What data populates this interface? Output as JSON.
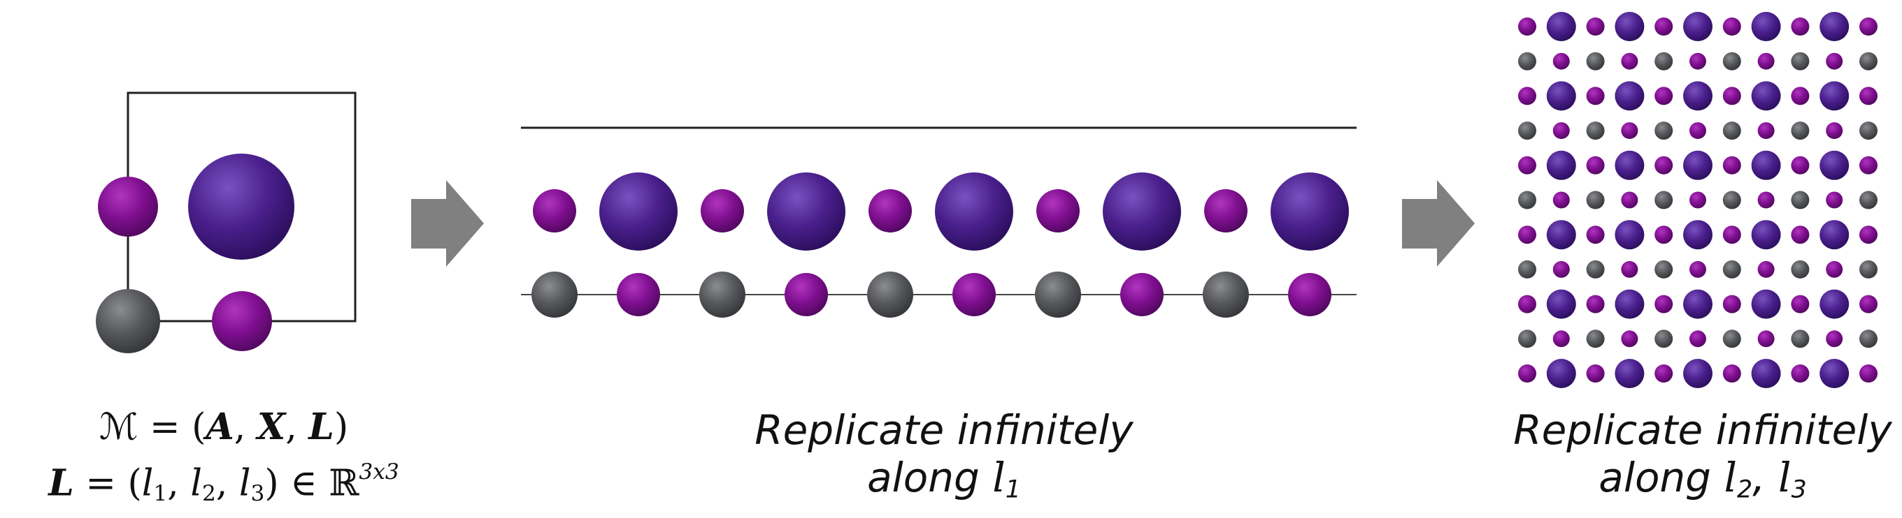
{
  "colors": {
    "large_atom": "#4a1f8c",
    "medium_atom": "#7f0f8f",
    "gray_atom": "#55575b",
    "arrow": "#808080",
    "line": "#333333"
  },
  "left_caption": {
    "line1": {
      "script_m": "ℳ",
      "eq_open": " = (",
      "A": "A",
      "comma1": ", ",
      "X": "X",
      "comma2": ", ",
      "L": "L",
      "close": ")"
    },
    "line2": {
      "L": "L",
      "eq_open": " = (",
      "l": "l",
      "sub1": "1",
      "comma1": ", ",
      "l2": "l",
      "sub2": "2",
      "comma2": ", ",
      "l3": "l",
      "sub3": "3",
      "close_in": ") ∈ ℝ",
      "sup": "3x3"
    }
  },
  "middle_caption": {
    "line1": "Replicate infinitely",
    "line2_prefix": "along ",
    "var": "l",
    "sub": "1"
  },
  "right_caption": {
    "line1": "Replicate infinitely",
    "line2_prefix": "along ",
    "var1": "l",
    "sub1": "2",
    "sep": ", ",
    "var2": "l",
    "sub2": "3"
  },
  "arrows": [
    "arrow-right-icon",
    "arrow-right-icon"
  ]
}
